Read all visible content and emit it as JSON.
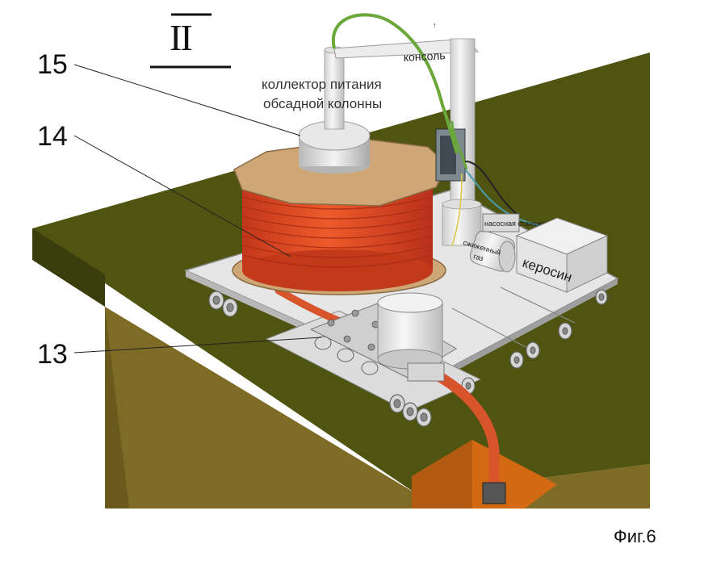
{
  "labels": {
    "roman_numeral": "II",
    "ref_13": "13",
    "ref_14": "14",
    "ref_15": "15",
    "console": "консоль",
    "collector_line1": "коллектор питания",
    "collector_line2": "обсадной колонны",
    "liquefied_gas_line1": "сжиженный",
    "liquefied_gas_line2": "газ",
    "kerosene": "керосин",
    "station": "насосная станция",
    "figure_caption": "Фиг.6"
  },
  "colors": {
    "ground_top": "#4f5410",
    "ground_side": "#7d6b26",
    "platform": "#e2e2e2",
    "reel_cable": "#e0451d",
    "reel_flange": "#cfa777",
    "hose": "#d8542a",
    "green_cable": "#6aa83a"
  }
}
